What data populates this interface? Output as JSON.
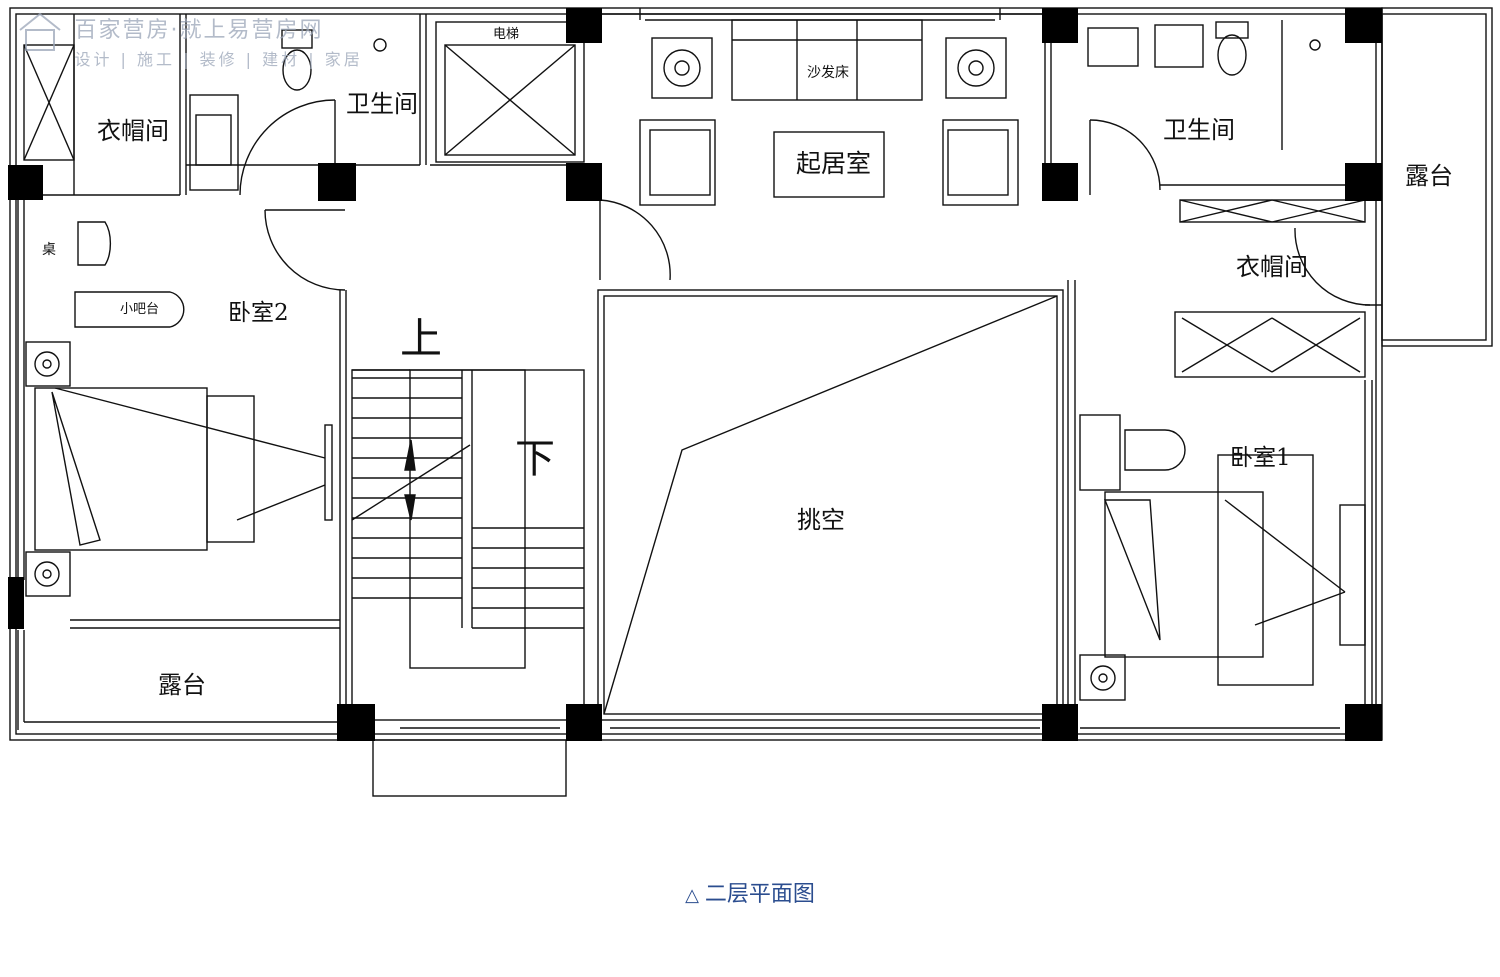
{
  "watermark": {
    "title": "百家营房·就上易营房网",
    "subtitle": "设计 | 施工 | 装修 | 建材 | 家居"
  },
  "rooms": {
    "cloakroom_left": "衣帽间",
    "bathroom_left": "卫生间",
    "elevator": "电梯",
    "sofa_bed": "沙发床",
    "living_room": "起居室",
    "bathroom_right": "卫生间",
    "terrace_right": "露台",
    "desk": "桌",
    "mini_bar": "小吧台",
    "bedroom2": "卧室2",
    "up": "上",
    "down": "下",
    "void": "挑空",
    "cloakroom_right": "衣帽间",
    "bedroom1": "卧室1",
    "terrace_left": "露台"
  },
  "caption": {
    "marker": "△",
    "text": "二层平面图"
  },
  "colors": {
    "line": "#111111",
    "column": "#000000",
    "caption": "#2b4d8f",
    "watermark": "#9aa5b8"
  }
}
